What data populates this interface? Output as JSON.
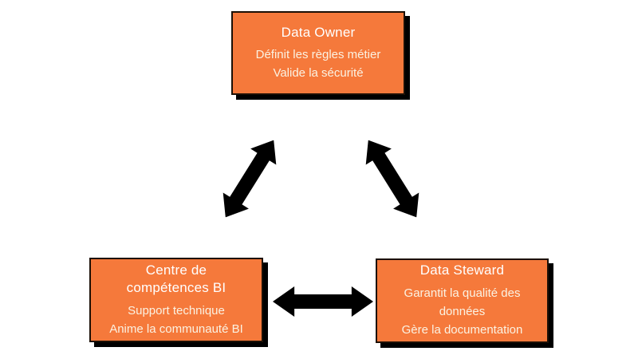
{
  "colors": {
    "background": "#FFFFFF",
    "box_fill": "#F5793B",
    "box_border": "#1C1006",
    "box_shadow_color": "#000000",
    "title_text": "#FFFFFF",
    "body_text": "#FBF2E2",
    "arrow": "#000000"
  },
  "nodes": [
    {
      "id": "data-owner",
      "title": "Data Owner",
      "lines": [
        "Définit les règles métier",
        "Valide la sécurité"
      ]
    },
    {
      "id": "centre-de-competences-bi",
      "title": "Centre de\ncompétences BI",
      "lines": [
        "Support technique",
        "Anime la communauté BI"
      ]
    },
    {
      "id": "data-steward",
      "title": "Data Steward",
      "lines": [
        "Garantit la qualité des\ndonnées",
        "Gère la documentation"
      ]
    }
  ],
  "arrows": [
    {
      "id": "owner-centre",
      "between": [
        "data-owner",
        "centre-de-competences-bi"
      ],
      "direction": "bidirectional"
    },
    {
      "id": "owner-steward",
      "between": [
        "data-owner",
        "data-steward"
      ],
      "direction": "bidirectional"
    },
    {
      "id": "centre-steward",
      "between": [
        "centre-de-competences-bi",
        "data-steward"
      ],
      "direction": "bidirectional"
    }
  ]
}
